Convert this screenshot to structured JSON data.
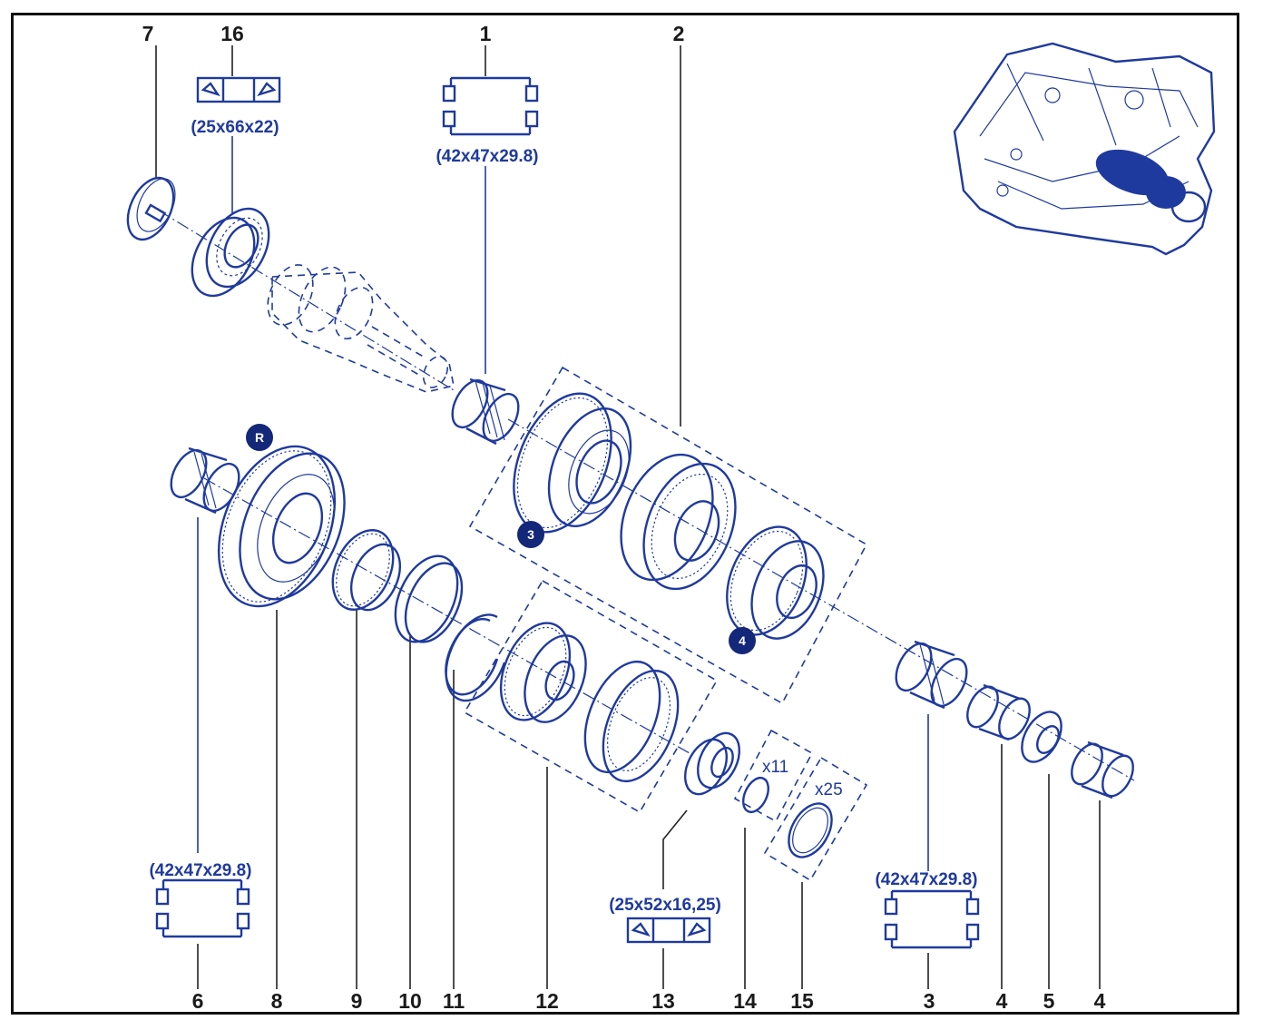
{
  "callouts": {
    "n1": "1",
    "n2": "2",
    "n3": "3",
    "n4a": "4",
    "n4b": "4",
    "n5": "5",
    "n6": "6",
    "n7": "7",
    "n8": "8",
    "n9": "9",
    "n10": "10",
    "n11": "11",
    "n12": "12",
    "n13": "13",
    "n14": "14",
    "n15": "15",
    "n16": "16"
  },
  "dimensions": {
    "d16": "(25x66x22)",
    "d1": "(42x47x29.8)",
    "d6": "(42x47x29.8)",
    "d3": "(42x47x29.8)",
    "d13": "(25x52x16,25)"
  },
  "quantities": {
    "q14": "x11",
    "q15": "x25"
  },
  "gear_badges": {
    "reverse": "R",
    "third": "3",
    "fourth": "4"
  },
  "colors": {
    "line": "#1f3a9e",
    "badge": "#14287a",
    "label": "#1a1a1a",
    "frame": "#111111"
  }
}
